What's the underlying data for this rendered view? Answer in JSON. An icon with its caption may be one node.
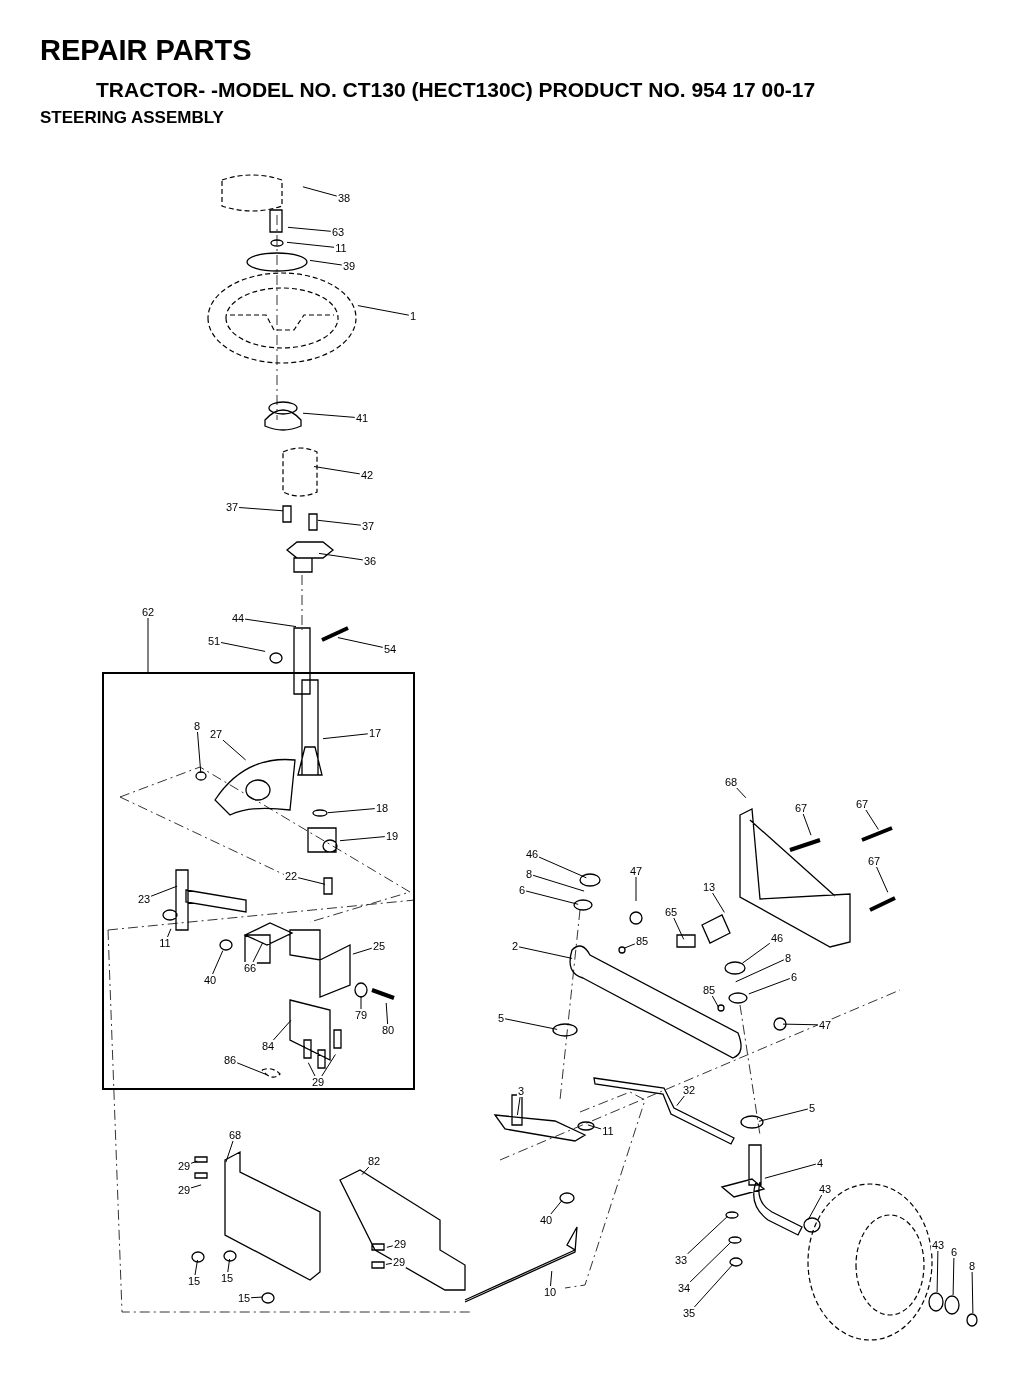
{
  "diagram": {
    "title": "REPAIR PARTS",
    "nodes": [
      {
        "text": [
          "38"
        ]
      },
      {
        "text": [
          "63"
        ]
      },
      {
        "text": [
          "11"
        ]
      },
      {
        "text": [
          "39"
        ]
      },
      {
        "text": [
          "1"
        ]
      },
      {
        "text": [
          "41"
        ]
      },
      {
        "text": [
          "42"
        ]
      },
      {
        "text": [
          "37"
        ]
      },
      {
        "text": [
          "37"
        ]
      },
      {
        "text": [
          "36"
        ]
      },
      {
        "text": [
          "62"
        ]
      },
      {
        "text": [
          "44"
        ]
      },
      {
        "text": [
          "51"
        ]
      },
      {
        "text": [
          "54"
        ]
      },
      {
        "text": [],
        "shape": "box"
      },
      {
        "text": [
          "8"
        ],
        "in": 14
      },
      {
        "text": [
          "27"
        ],
        "in": 14
      },
      {
        "text": [
          "17"
        ],
        "in": 14
      },
      {
        "text": [
          "18"
        ],
        "in": 14
      },
      {
        "text": [
          "19"
        ],
        "in": 14
      },
      {
        "text": [
          "22"
        ],
        "in": 14
      },
      {
        "text": [
          "23"
        ],
        "in": 14
      },
      {
        "text": [
          "11"
        ],
        "in": 14
      },
      {
        "text": [
          "40"
        ],
        "in": 14
      },
      {
        "text": [
          "66"
        ],
        "in": 14
      },
      {
        "text": [
          "25"
        ],
        "in": 14
      },
      {
        "text": [
          "79"
        ],
        "in": 14
      },
      {
        "text": [
          "80"
        ],
        "in": 14
      },
      {
        "text": [
          "84"
        ],
        "in": 14
      },
      {
        "text": [
          "86"
        ],
        "in": 14
      },
      {
        "text": [
          "29"
        ],
        "in": 14
      },
      {
        "text": [
          "68"
        ]
      },
      {
        "text": [
          "67"
        ]
      },
      {
        "text": [
          "67"
        ]
      },
      {
        "text": [
          "67"
        ]
      },
      {
        "text": [
          "46"
        ]
      },
      {
        "text": [
          "8"
        ]
      },
      {
        "text": [
          "6"
        ]
      },
      {
        "text": [
          "47"
        ]
      },
      {
        "text": [
          "13"
        ]
      },
      {
        "text": [
          "65"
        ]
      },
      {
        "text": [
          "85"
        ]
      },
      {
        "text": [
          "2"
        ]
      },
      {
        "text": [
          "46"
        ]
      },
      {
        "text": [
          "8"
        ]
      },
      {
        "text": [
          "6"
        ]
      },
      {
        "text": [
          "85"
        ]
      },
      {
        "text": [
          "5"
        ]
      },
      {
        "text": [
          "47"
        ]
      },
      {
        "text": [
          "3"
        ]
      },
      {
        "text": [
          "32"
        ]
      },
      {
        "text": [
          "11"
        ]
      },
      {
        "text": [
          "5"
        ]
      },
      {
        "text": [
          "4"
        ]
      },
      {
        "text": [
          "43"
        ]
      },
      {
        "text": [
          "40"
        ]
      },
      {
        "text": [
          "33"
        ]
      },
      {
        "text": [
          "34"
        ]
      },
      {
        "text": [
          "35"
        ]
      },
      {
        "text": [
          "43"
        ]
      },
      {
        "text": [
          "6"
        ]
      },
      {
        "text": [
          "8"
        ]
      },
      {
        "text": [
          "10"
        ]
      },
      {
        "text": [
          "68"
        ]
      },
      {
        "text": [
          "29"
        ]
      },
      {
        "text": [
          "29"
        ]
      },
      {
        "text": [
          "82"
        ]
      },
      {
        "text": [
          "29"
        ]
      },
      {
        "text": [
          "29"
        ]
      },
      {
        "text": [
          "15"
        ]
      },
      {
        "text": [
          "15"
        ]
      },
      {
        "text": [
          "15"
        ]
      }
    ],
    "edges": [
      {
        "from": 0,
        "to": null,
        "arrow": "none"
      },
      {
        "from": 1,
        "to": null,
        "arrow": "none"
      },
      {
        "from": 2,
        "to": null,
        "arrow": "none"
      },
      {
        "from": 3,
        "to": null,
        "arrow": "none"
      },
      {
        "from": 4,
        "to": null,
        "arrow": "none"
      },
      {
        "from": 5,
        "to": null,
        "arrow": "none"
      },
      {
        "from": 6,
        "to": null,
        "arrow": "none"
      },
      {
        "from": 7,
        "to": null,
        "arrow": "none"
      },
      {
        "from": 8,
        "to": null,
        "arrow": "none"
      },
      {
        "from": 9,
        "to": null,
        "arrow": "none"
      },
      {
        "from": 10,
        "to": 14,
        "arrow": "none"
      },
      {
        "from": 11,
        "to": null,
        "arrow": "none"
      },
      {
        "from": 12,
        "to": null,
        "arrow": "none"
      },
      {
        "from": 13,
        "to": null,
        "arrow": "none"
      },
      {
        "from": 15,
        "to": null,
        "arrow": "none"
      },
      {
        "from": 16,
        "to": null,
        "arrow": "none"
      },
      {
        "from": 17,
        "to": null,
        "arrow": "none"
      },
      {
        "from": 18,
        "to": null,
        "arrow": "none"
      },
      {
        "from": 19,
        "to": null,
        "arrow": "none"
      },
      {
        "from": 20,
        "to": null,
        "arrow": "none"
      },
      {
        "from": 21,
        "to": null,
        "arrow": "none"
      },
      {
        "from": 22,
        "to": null,
        "arrow": "none"
      },
      {
        "from": 23,
        "to": null,
        "arrow": "none"
      },
      {
        "from": 24,
        "to": null,
        "arrow": "none"
      },
      {
        "from": 25,
        "to": null,
        "arrow": "none"
      },
      {
        "from": 26,
        "to": null,
        "arrow": "none"
      },
      {
        "from": 27,
        "to": null,
        "arrow": "none"
      },
      {
        "from": 28,
        "to": null,
        "arrow": "none"
      },
      {
        "from": 29,
        "to": null,
        "arrow": "none"
      },
      {
        "from": 30,
        "to": null,
        "arrow": "none"
      },
      {
        "from": 30,
        "to": null,
        "arrow": "none"
      },
      {
        "from": 31,
        "to": null,
        "arrow": "none"
      },
      {
        "from": 32,
        "to": null,
        "arrow": "none"
      },
      {
        "from": 33,
        "to": null,
        "arrow": "none"
      },
      {
        "from": 34,
        "to": null,
        "arrow": "none"
      },
      {
        "from": 35,
        "to": null,
        "arrow": "none"
      },
      {
        "from": 36,
        "to": null,
        "arrow": "none"
      },
      {
        "from": 37,
        "to": null,
        "arrow": "none"
      },
      {
        "from": 38,
        "to": null,
        "arrow": "none"
      },
      {
        "from": 39,
        "to": null,
        "arrow": "none"
      },
      {
        "from": 40,
        "to": null,
        "arrow": "none"
      },
      {
        "from": 41,
        "to": null,
        "arrow": "none"
      },
      {
        "from": 42,
        "to": null,
        "arrow": "none"
      },
      {
        "from": 43,
        "to": null,
        "arrow": "none"
      },
      {
        "from": 44,
        "to": null,
        "arrow": "none"
      },
      {
        "from": 45,
        "to": null,
        "arrow": "none"
      },
      {
        "from": 46,
        "to": null,
        "arrow": "none"
      },
      {
        "from": 47,
        "to": null,
        "arrow": "none"
      },
      {
        "from": 48,
        "to": null,
        "arrow": "none"
      },
      {
        "from": 49,
        "to": null,
        "arrow": "none"
      },
      {
        "from": 50,
        "to": null,
        "arrow": "none"
      },
      {
        "from": 51,
        "to": null,
        "arrow": "none"
      },
      {
        "from": 52,
        "to": null,
        "arrow": "none"
      },
      {
        "from": 53,
        "to": null,
        "arrow": "none"
      },
      {
        "from": 54,
        "to": null,
        "arrow": "none"
      },
      {
        "from": 55,
        "to": null,
        "arrow": "none"
      },
      {
        "from": 56,
        "to": null,
        "arrow": "none"
      },
      {
        "from": 57,
        "to": null,
        "arrow": "none"
      },
      {
        "from": 58,
        "to": null,
        "arrow": "none"
      },
      {
        "from": 59,
        "to": null,
        "arrow": "none"
      },
      {
        "from": 60,
        "to": null,
        "arrow": "none"
      },
      {
        "from": 61,
        "to": null,
        "arrow": "none"
      },
      {
        "from": 62,
        "to": null,
        "arrow": "none"
      },
      {
        "from": 63,
        "to": null,
        "arrow": "none"
      },
      {
        "from": 64,
        "to": null,
        "arrow": "none"
      },
      {
        "from": 65,
        "to": null,
        "arrow": "none"
      },
      {
        "from": 66,
        "to": null,
        "arrow": "none"
      },
      {
        "from": 67,
        "to": null,
        "arrow": "none"
      },
      {
        "from": 68,
        "to": null,
        "arrow": "none"
      },
      {
        "from": 69,
        "to": null,
        "arrow": "none"
      },
      {
        "from": 70,
        "to": null,
        "arrow": "none"
      },
      {
        "from": 71,
        "to": null,
        "arrow": "none"
      }
    ],
    "labels": [
      "TRACTOR- -MODEL NO. CT130 (HECT130C) PRODUCT NO. 954 17 00-17",
      "STEERING ASSEMBLY"
    ]
  }
}
